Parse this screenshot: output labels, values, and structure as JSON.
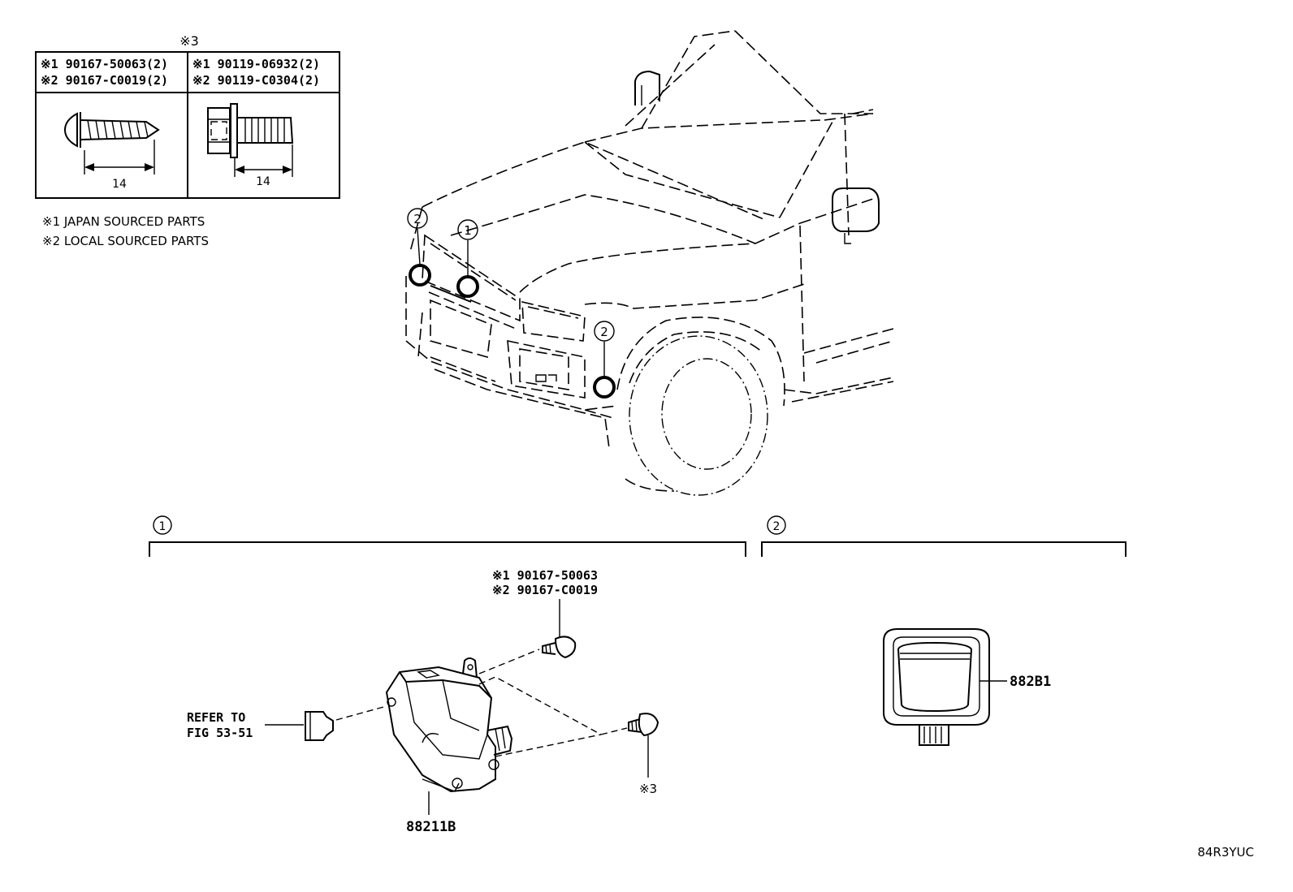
{
  "fastener_table": {
    "header": "※3",
    "col_left": {
      "line1": "※1 90167-50063(2)",
      "line2": "※2 90167-C0019(2)",
      "dimension": "14"
    },
    "col_right": {
      "line1": "※1 90119-06932(2)",
      "line2": "※2 90119-C0304(2)",
      "dimension": "14"
    }
  },
  "legend": {
    "item1": "※1 JAPAN SOURCED PARTS",
    "item2": "※2 LOCAL SOURCED PARTS"
  },
  "vehicle_callouts": {
    "c1": "1",
    "c2a": "2",
    "c2b": "2"
  },
  "section1": {
    "marker": "1",
    "screw_line1": "※1 90167-50063",
    "screw_line2": "※2 90167-C0019",
    "refer_line1": "REFER TO",
    "refer_line2": "FIG 53-51",
    "bolt_ref": "※3",
    "part_number": "88211B"
  },
  "section2": {
    "marker": "2",
    "part_number": "882B1"
  },
  "figure_code": "84R3YUC"
}
